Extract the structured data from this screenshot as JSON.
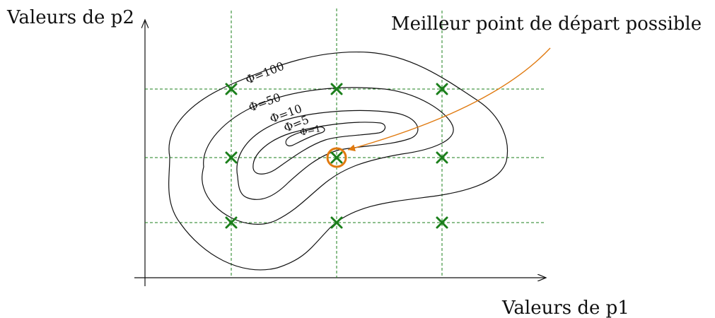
{
  "labels": {
    "y_axis": "Valeurs de p2",
    "x_axis": "Valeurs de p1",
    "annotation": "Meilleur point de départ possible"
  },
  "contours": [
    {
      "label": "Φ=100"
    },
    {
      "label": "Φ=50"
    },
    {
      "label": "Φ=10"
    },
    {
      "label": "Φ=5"
    },
    {
      "label": "Φ=1"
    }
  ],
  "grid_points": {
    "rows": 3,
    "cols": 3,
    "best": {
      "row": 1,
      "col": 1
    }
  },
  "colors": {
    "grid": "#1b7f1b",
    "marker": "#1b7f1b",
    "highlight": "#e07a10",
    "contour": "#111111",
    "axis": "#111111"
  }
}
